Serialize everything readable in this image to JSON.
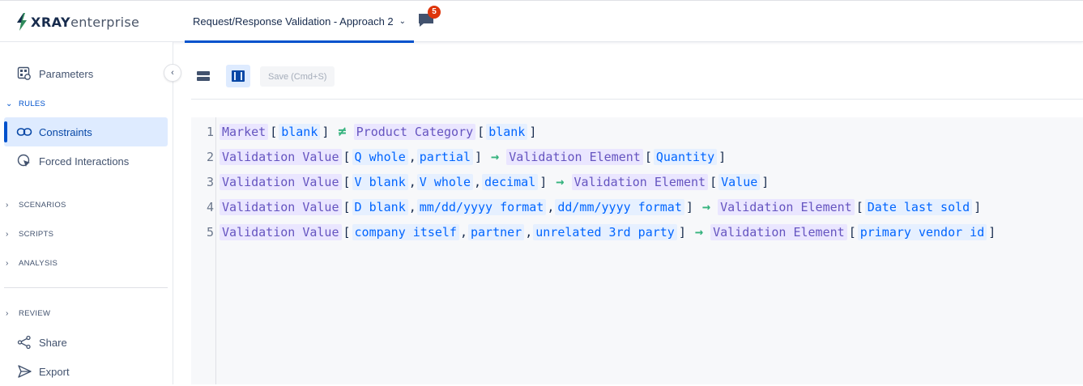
{
  "header": {
    "logo_bold": "XRAY",
    "logo_light": "enterprise",
    "project_title": "Request/Response Validation - Approach 2",
    "notifications_count": "5"
  },
  "sidebar": {
    "parameters": "Parameters",
    "rules_section": "RULES",
    "constraints": "Constraints",
    "forced_interactions": "Forced Interactions",
    "scenarios_section": "SCENARIOS",
    "scripts_section": "SCRIPTS",
    "analysis_section": "ANALYSIS",
    "review_section": "REVIEW",
    "share": "Share",
    "export": "Export"
  },
  "toolbar": {
    "save_label": "Save (Cmd+S)"
  },
  "editor": {
    "lines": [
      {
        "num": "1",
        "tokens": [
          {
            "t": "param",
            "v": "Market"
          },
          {
            "t": "br",
            "v": "["
          },
          {
            "t": "val",
            "v": "blank"
          },
          {
            "t": "br",
            "v": "]"
          },
          {
            "t": "op",
            "v": "≠"
          },
          {
            "t": "param",
            "v": "Product Category"
          },
          {
            "t": "br",
            "v": "["
          },
          {
            "t": "val",
            "v": "blank"
          },
          {
            "t": "br",
            "v": "]"
          }
        ]
      },
      {
        "num": "2",
        "tokens": [
          {
            "t": "param",
            "v": "Validation Value"
          },
          {
            "t": "br",
            "v": "["
          },
          {
            "t": "val",
            "v": "Q whole"
          },
          {
            "t": "sep",
            "v": ","
          },
          {
            "t": "val",
            "v": "partial"
          },
          {
            "t": "br",
            "v": "]"
          },
          {
            "t": "op",
            "v": "→"
          },
          {
            "t": "param",
            "v": "Validation Element"
          },
          {
            "t": "br",
            "v": "["
          },
          {
            "t": "val",
            "v": "Quantity"
          },
          {
            "t": "br",
            "v": "]"
          }
        ]
      },
      {
        "num": "3",
        "tokens": [
          {
            "t": "param",
            "v": "Validation Value"
          },
          {
            "t": "br",
            "v": "["
          },
          {
            "t": "val",
            "v": "V blank"
          },
          {
            "t": "sep",
            "v": ","
          },
          {
            "t": "val",
            "v": "V whole"
          },
          {
            "t": "sep",
            "v": ","
          },
          {
            "t": "val",
            "v": "decimal"
          },
          {
            "t": "br",
            "v": "]"
          },
          {
            "t": "op",
            "v": "→"
          },
          {
            "t": "param",
            "v": "Validation Element"
          },
          {
            "t": "br",
            "v": "["
          },
          {
            "t": "val",
            "v": "Value"
          },
          {
            "t": "br",
            "v": "]"
          }
        ]
      },
      {
        "num": "4",
        "tokens": [
          {
            "t": "param",
            "v": "Validation Value"
          },
          {
            "t": "br",
            "v": "["
          },
          {
            "t": "val",
            "v": "D blank"
          },
          {
            "t": "sep",
            "v": ","
          },
          {
            "t": "val",
            "v": "mm/dd/yyyy format"
          },
          {
            "t": "sep",
            "v": ","
          },
          {
            "t": "val",
            "v": "dd/mm/yyyy format"
          },
          {
            "t": "br",
            "v": "]"
          },
          {
            "t": "op",
            "v": "→"
          },
          {
            "t": "param",
            "v": "Validation Element"
          },
          {
            "t": "br",
            "v": "["
          },
          {
            "t": "val",
            "v": "Date last sold"
          },
          {
            "t": "br",
            "v": "]"
          }
        ]
      },
      {
        "num": "5",
        "tokens": [
          {
            "t": "param",
            "v": "Validation Value"
          },
          {
            "t": "br",
            "v": "["
          },
          {
            "t": "val",
            "v": "company itself"
          },
          {
            "t": "sep",
            "v": ","
          },
          {
            "t": "val",
            "v": "partner"
          },
          {
            "t": "sep",
            "v": ","
          },
          {
            "t": "val",
            "v": "unrelated 3rd party"
          },
          {
            "t": "br",
            "v": "]"
          },
          {
            "t": "op",
            "v": "→"
          },
          {
            "t": "param",
            "v": "Validation Element"
          },
          {
            "t": "br",
            "v": "["
          },
          {
            "t": "val",
            "v": "primary vendor id"
          },
          {
            "t": "br",
            "v": "]"
          }
        ]
      }
    ]
  }
}
